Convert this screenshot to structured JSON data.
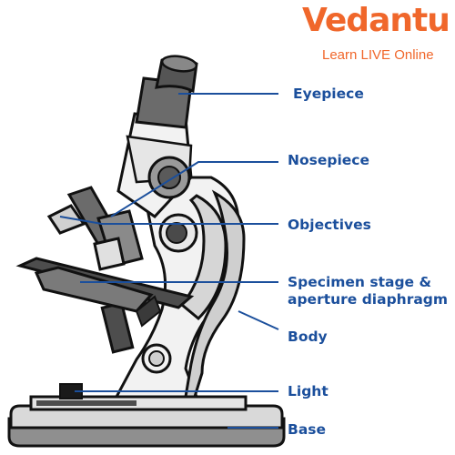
{
  "brand": {
    "name": "Vedantu",
    "tagline": "Learn LIVE Online",
    "color": "#f0672b"
  },
  "colors": {
    "label_blue": "#1b4f9c",
    "outline": "#111111",
    "light_gray": "#d9d9d9",
    "mid_gray": "#9a9a9a",
    "dark_gray": "#4d4d4d",
    "body_white": "#f2f2f2"
  },
  "labels": {
    "eyepiece": "Eyepiece",
    "nosepiece": "Nosepiece",
    "objectives": "Objectives",
    "stage_line1": "Specimen stage &",
    "stage_line2": "aperture diaphragm",
    "body": "Body",
    "light": "Light",
    "base": "Base"
  }
}
